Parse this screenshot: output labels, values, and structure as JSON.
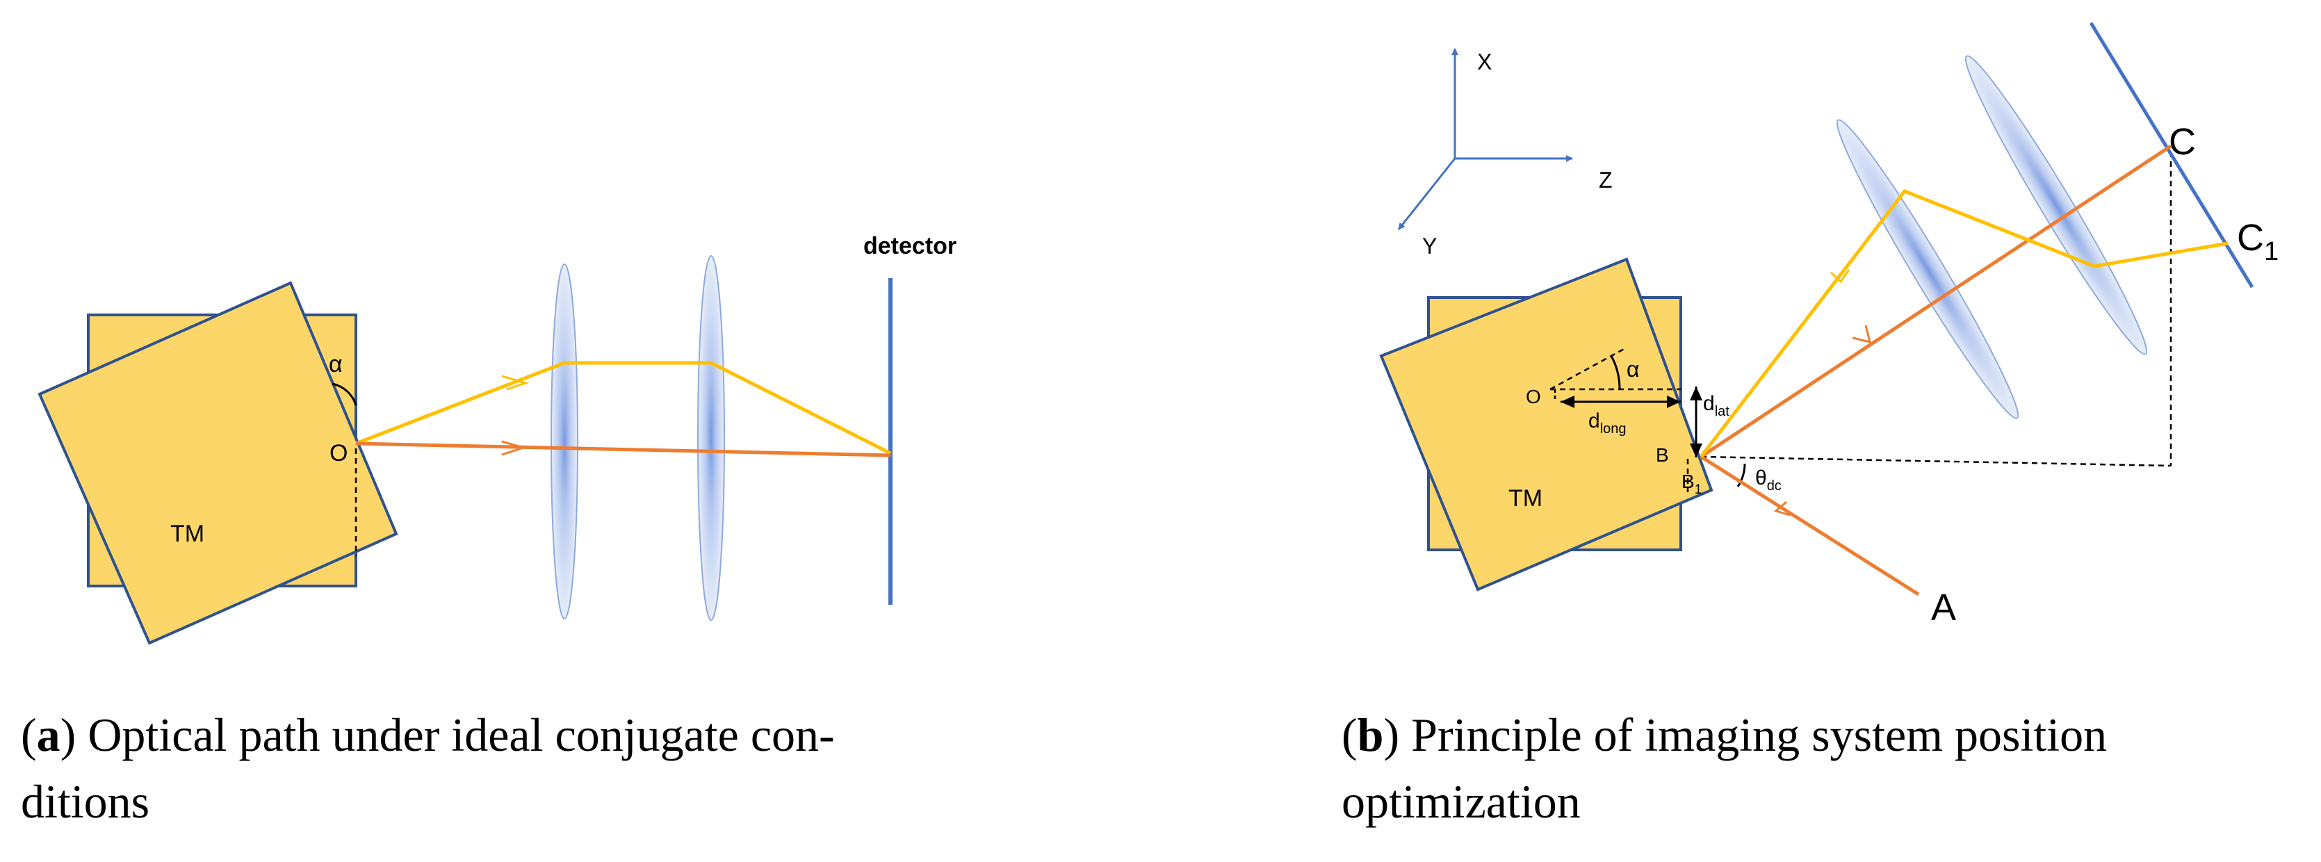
{
  "colors": {
    "tm_fill": "#fdd66a",
    "tm_stroke": "#2f528f",
    "ray_orange": "#ed7d31",
    "ray_yellow": "#ffc000",
    "lens": "#8eaadb",
    "detector": "#4472c4",
    "axis": "#4472c4"
  },
  "panel_a": {
    "tm_label": "TM",
    "angle_label": "α",
    "point_label": "O",
    "detector_label": "detector",
    "caption_letter": "a",
    "caption_open": "(",
    "caption_close": ")",
    "caption_line1": " Optical path under ideal conjugate con-",
    "caption_line2": "ditions"
  },
  "panel_b": {
    "axes": {
      "x": "X",
      "y": "Y",
      "z": "Z"
    },
    "tm_label": "TM",
    "angle_label": "α",
    "point_o": "O",
    "point_b": "B",
    "point_b1": "B",
    "point_b1_sub": "1",
    "point_a": "A",
    "point_c": "C",
    "point_c1": "C",
    "point_c1_sub": "1",
    "d_lat": "d",
    "d_lat_sub": "lat",
    "d_long": "d",
    "d_long_sub": "long",
    "theta": "θ",
    "theta_sub": "dc",
    "caption_letter": "b",
    "caption_open": "(",
    "caption_close": ")",
    "caption_line1": " Principle of imaging system position",
    "caption_line2": "optimization"
  }
}
